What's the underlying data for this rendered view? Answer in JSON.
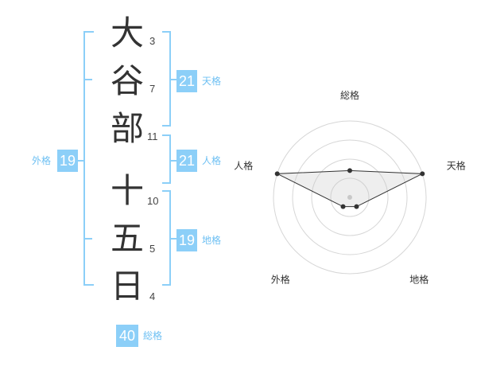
{
  "name": {
    "chars": [
      {
        "char": "大",
        "strokes": "3"
      },
      {
        "char": "谷",
        "strokes": "7"
      },
      {
        "char": "部",
        "strokes": "11"
      },
      {
        "char": "十",
        "strokes": "10"
      },
      {
        "char": "五",
        "strokes": "5"
      },
      {
        "char": "日",
        "strokes": "4"
      }
    ]
  },
  "fortunes": {
    "ten": {
      "value": "21",
      "label": "天格"
    },
    "jin": {
      "value": "21",
      "label": "人格"
    },
    "chi": {
      "value": "19",
      "label": "地格"
    },
    "gai": {
      "value": "19",
      "label": "外格"
    },
    "total": {
      "value": "40",
      "label": "総格"
    }
  },
  "colors": {
    "accent": "#8ccff8",
    "label": "#6ec0f3",
    "bracket": "#8ccff8"
  },
  "chart_data": {
    "type": "radar",
    "axes": [
      "総格",
      "天格",
      "地格",
      "外格",
      "人格"
    ],
    "values": [
      0.35,
      1.0,
      0.15,
      0.15,
      1.0
    ],
    "range": [
      0,
      1
    ],
    "rings": 4
  }
}
